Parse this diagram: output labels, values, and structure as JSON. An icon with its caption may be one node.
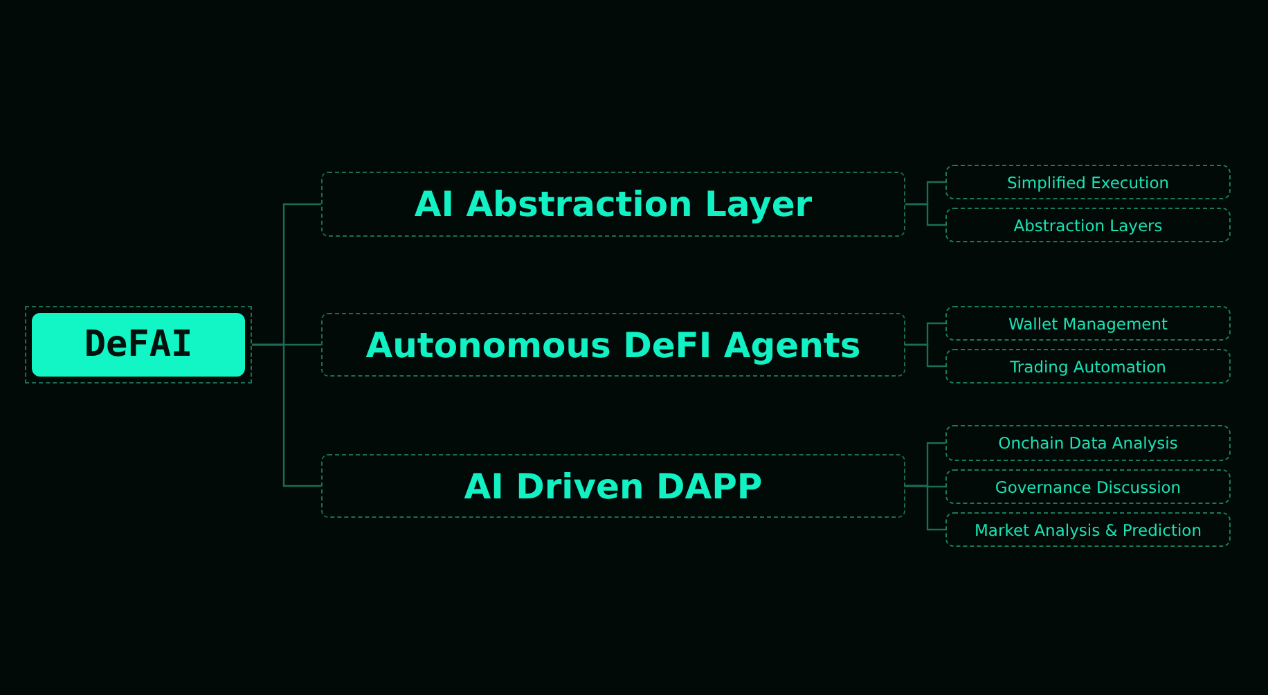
{
  "diagram": {
    "nodes": [
      {
        "text": [
          "DeFAI"
        ]
      },
      {
        "text": [
          "AI Abstraction Layer"
        ]
      },
      {
        "text": [
          "Autonomous DeFI Agents"
        ]
      },
      {
        "text": [
          "AI Driven DAPP"
        ]
      },
      {
        "text": [
          "Simplified Execution"
        ]
      },
      {
        "text": [
          "Abstraction Layers"
        ]
      },
      {
        "text": [
          "Wallet Management"
        ]
      },
      {
        "text": [
          "Trading Automation"
        ]
      },
      {
        "text": [
          "Onchain Data Analysis"
        ]
      },
      {
        "text": [
          "Governance Discussion"
        ]
      },
      {
        "text": [
          "Market Analysis & Prediction"
        ]
      }
    ],
    "edges": [
      {
        "from": 0,
        "to": 1,
        "arrow": "none"
      },
      {
        "from": 0,
        "to": 2,
        "arrow": "none"
      },
      {
        "from": 0,
        "to": 3,
        "arrow": "none"
      },
      {
        "from": 1,
        "to": 4,
        "arrow": "none"
      },
      {
        "from": 1,
        "to": 5,
        "arrow": "none"
      },
      {
        "from": 2,
        "to": 6,
        "arrow": "none"
      },
      {
        "from": 2,
        "to": 7,
        "arrow": "none"
      },
      {
        "from": 3,
        "to": 8,
        "arrow": "none"
      },
      {
        "from": 3,
        "to": 9,
        "arrow": "none"
      },
      {
        "from": 3,
        "to": 10,
        "arrow": "none"
      }
    ]
  }
}
